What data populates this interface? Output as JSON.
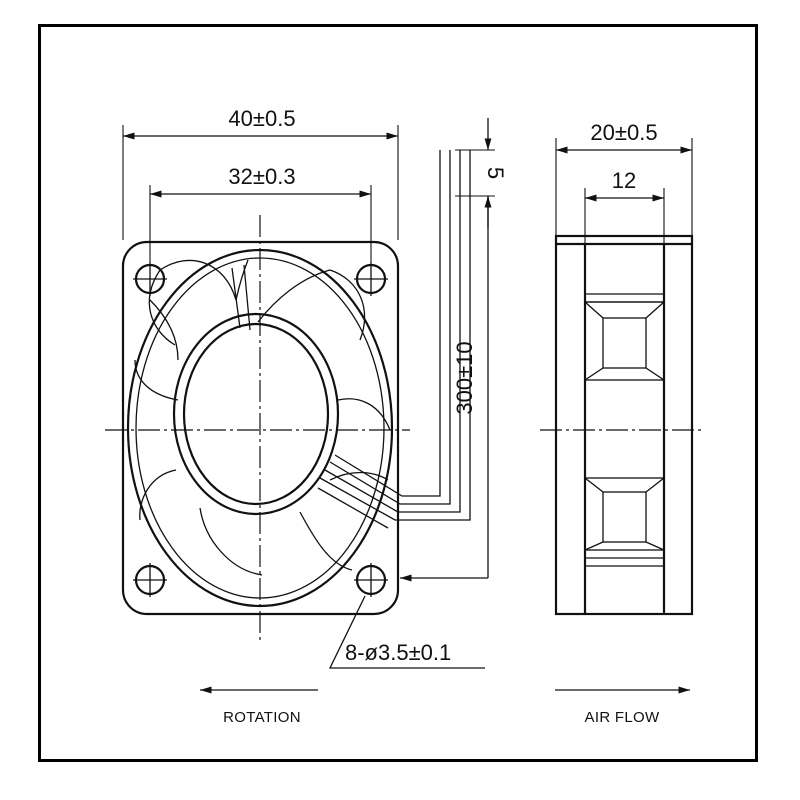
{
  "drawing": {
    "front_view": {
      "width_dim": "40±0.5",
      "hole_pitch_dim": "32±0.3",
      "lead_length_dim": "300±10",
      "strip_dim": "5",
      "hole_callout": "8-ø3.5±0.1",
      "rotation_label": "ROTATION"
    },
    "side_view": {
      "depth_dim": "20±0.5",
      "inner_dim": "12",
      "airflow_label": "AIR FLOW"
    }
  }
}
